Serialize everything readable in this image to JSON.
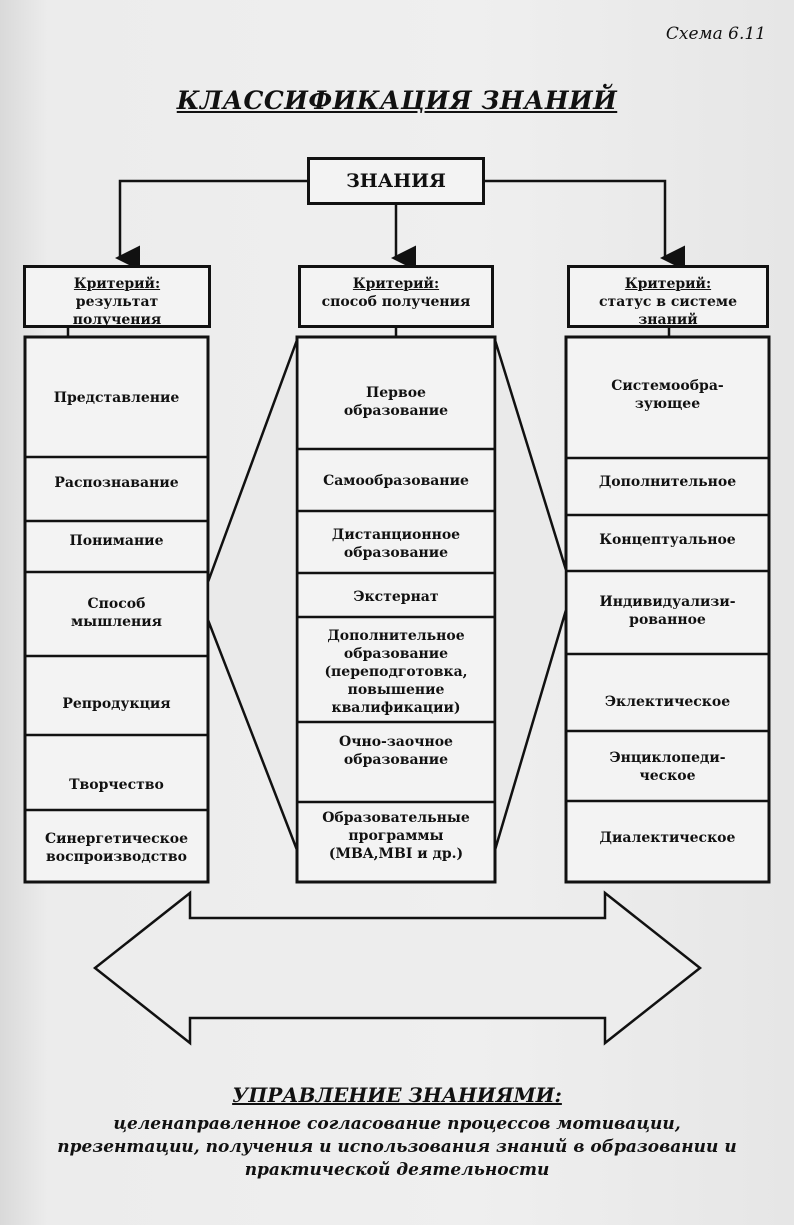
{
  "scheme_number": "Схема 6.11",
  "title": "КЛАССИФИКАЦИЯ ЗНАНИЙ",
  "root": "ЗНАНИЯ",
  "columns": [
    {
      "criterion_label": "Критерий:",
      "criterion_text": "результат\nполучения",
      "items": [
        "Представление",
        "Распознавание",
        "Понимание",
        "Способ\nмышления",
        "Репродукция",
        "Творчество",
        "Синергетическое\nвоспроизводство"
      ]
    },
    {
      "criterion_label": "Критерий:",
      "criterion_text": "способ получения",
      "items": [
        "Первое\nобразование",
        "Самообразование",
        "Дистанционное\nобразование",
        "Экстернат",
        "Дополнительное\nобразование\n(переподготовка,\nповышение\nквалификации)",
        "Очно-заочное\nобразование",
        "Образовательные\nпрограммы\n(MBA,MBI и др.)"
      ]
    },
    {
      "criterion_label": "Критерий:",
      "criterion_text": "статус в системе\nзнаний",
      "items": [
        "Системообра-\nзующее",
        "Дополнительное",
        "Концептуальное",
        "Индивидуализи-\nрованное",
        "Эклектическое",
        "Энциклопеди-\nческое",
        "Диалектическое"
      ]
    }
  ],
  "bottom_title": "УПРАВЛЕНИЕ ЗНАНИЯМИ:",
  "bottom_text": "целенаправленное согласование процессов мотивации,\nпрезентации, получения и использования знаний в образовании и\nпрактической деятельности"
}
